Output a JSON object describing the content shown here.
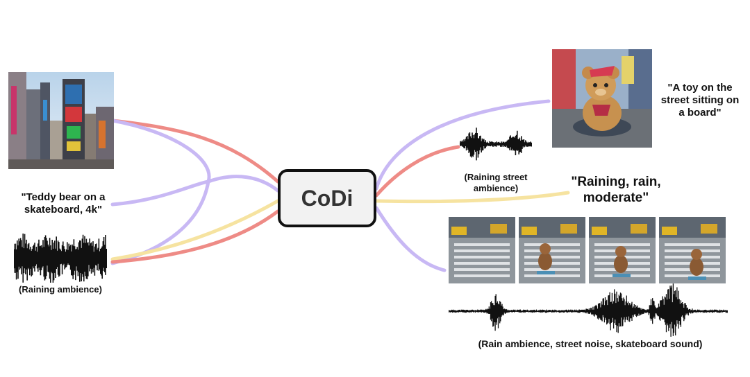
{
  "center": {
    "label": "CoDi"
  },
  "inputs": {
    "image": {
      "icon": "city-street-image"
    },
    "text": {
      "label": "\"Teddy bear on a\nskateboard, 4k\""
    },
    "audio": {
      "icon": "audio-waveform",
      "label": "(Raining ambience)"
    }
  },
  "outputs": {
    "image": {
      "icon": "teddy-bear-on-skateboard-image"
    },
    "image_caption": {
      "label": "\"A toy on the\nstreet sitting on\na board\""
    },
    "audio": {
      "icon": "audio-waveform",
      "label": "(Raining street\nambience)"
    },
    "text": {
      "label": "\"Raining, rain,\nmoderate\""
    },
    "video": {
      "frame_count": 4,
      "icon": "video-frames"
    },
    "video_audio": {
      "icon": "audio-waveform",
      "label": "(Rain ambience, street noise, skateboard sound)"
    }
  },
  "colors": {
    "image_link": "#c8b8f4",
    "text_link": "#f6e3a0",
    "audio_link": "#ee8b86",
    "box_border": "#111111",
    "box_fill": "#f2f2f2"
  }
}
